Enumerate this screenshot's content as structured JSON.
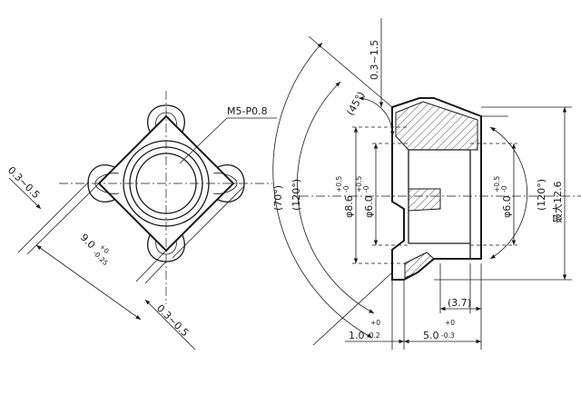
{
  "labels": {
    "thread": "M5-P0.8",
    "gap_tl": "0.3~0.5",
    "width_main": "9.0",
    "width_tol_up": "+0",
    "width_tol_dn": "-0.25",
    "gap_br": "0.3~0.5",
    "proj_h": "0.3~1.5",
    "chamfer": "(45°)",
    "ang70": "(70°)",
    "ang120_left": "(120°)",
    "ang120_right": "(120°)",
    "dia_86": "φ8.6",
    "dia_86_up": "+0.5",
    "dia_86_dn": "-0",
    "dia_60_in": "φ6.0",
    "dia_60_in_up": "+0.5",
    "dia_60_in_dn": "-0",
    "dia_60_out": "φ6.0",
    "dia_60_out_up": "+0.5",
    "dia_60_out_dn": "-0",
    "max_h": "最大12.6",
    "dim_37": "(3.7)",
    "dim_10": "1.0",
    "dim_10_up": "+0",
    "dim_10_dn": "-0.2",
    "dim_50": "5.0",
    "dim_50_up": "+0",
    "dim_50_dn": "-0.3"
  }
}
